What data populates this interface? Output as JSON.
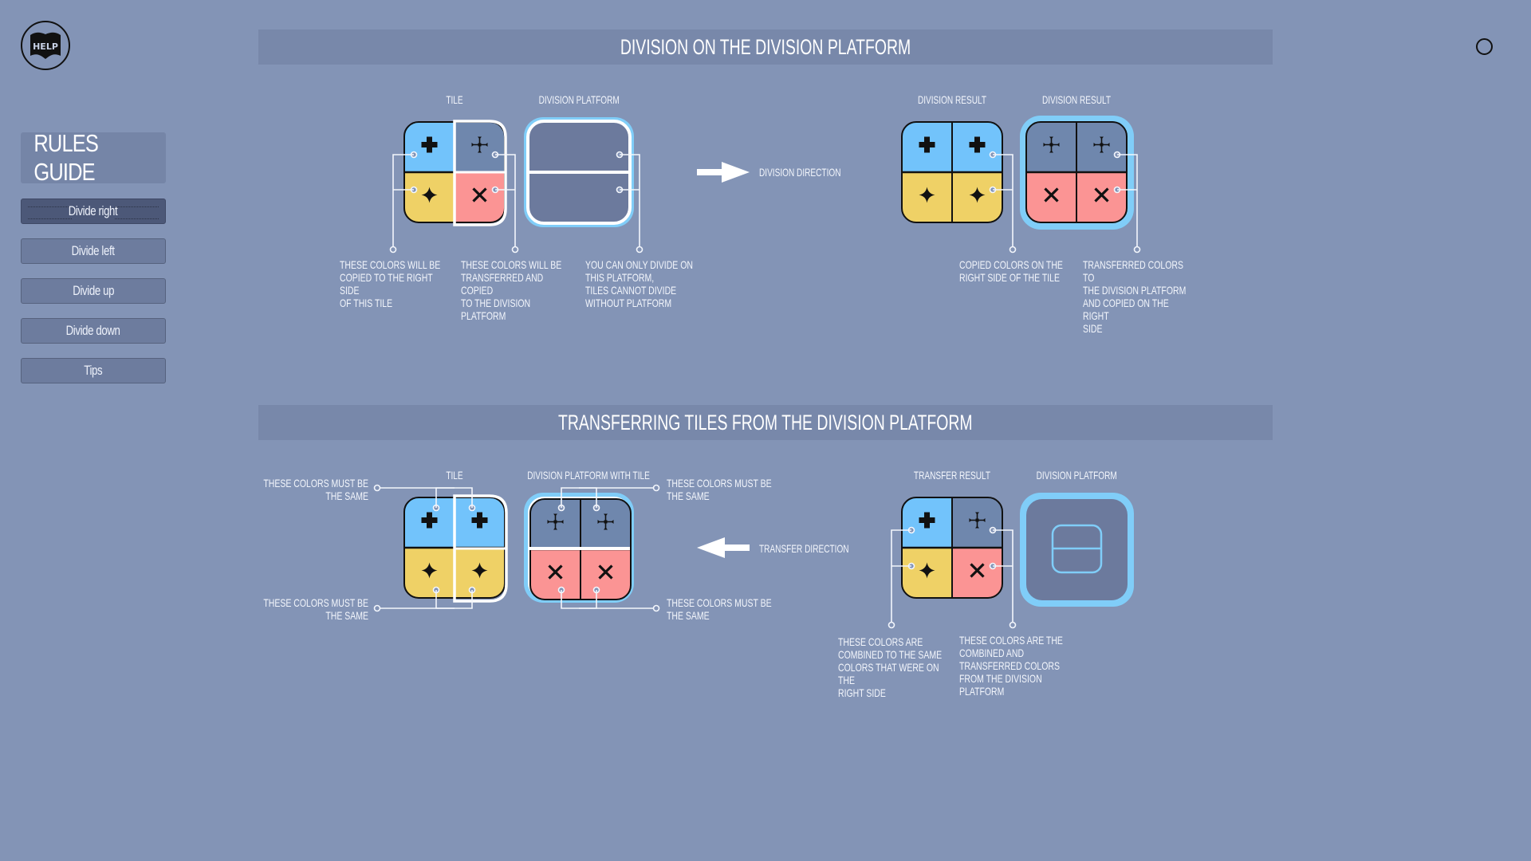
{
  "help_button": {
    "label": "HELP",
    "icon": "help-book-icon"
  },
  "close_button": {
    "icon": "circle-icon"
  },
  "sidebar": {
    "title": "RULES GUIDE",
    "items": [
      {
        "label": "Divide right",
        "active": true
      },
      {
        "label": "Divide left",
        "active": false
      },
      {
        "label": "Divide up",
        "active": false
      },
      {
        "label": "Divide down",
        "active": false
      },
      {
        "label": "Tips",
        "active": false
      }
    ]
  },
  "colors": {
    "background": "#8394b6",
    "header": "#7888aa",
    "blue": "#72c3fb",
    "slate": "#6f87ad",
    "yellow": "#efd166",
    "pink": "#fb9494",
    "platform": "#6c7a9d",
    "platform_glow": "#80cdf8"
  },
  "section1": {
    "title": "DIVISION ON THE DIVISION PLATFORM",
    "labels": {
      "tile": "TILE",
      "platform": "DIVISION PLATFORM",
      "result1": "DIVISION RESULT",
      "result2": "DIVISION RESULT",
      "direction": "DIVISION DIRECTION"
    },
    "notes": {
      "left": "THESE COLORS WILL BE\nCOPIED TO THE RIGHT SIDE\nOF THIS TILE",
      "middle": "THESE COLORS WILL BE\nTRANSFERRED AND COPIED\nTO THE DIVISION PLATFORM",
      "platform": "YOU CAN ONLY DIVIDE ON\nTHIS PLATFORM,\nTILES CANNOT DIVIDE\nWITHOUT PLATFORM",
      "result1": "COPIED COLORS ON THE\nRIGHT SIDE OF THE TILE",
      "result2": "TRANSFERRED COLORS TO\nTHE DIVISION PLATFORM\nAND COPIED ON THE RIGHT\nSIDE"
    },
    "tile_cells": [
      [
        "blue",
        "plus"
      ],
      [
        "slate",
        "cross-pattee"
      ],
      [
        "yellow",
        "star4"
      ],
      [
        "pink",
        "x"
      ]
    ],
    "result_tile_cells": [
      [
        "blue",
        "plus"
      ],
      [
        "blue",
        "plus"
      ],
      [
        "yellow",
        "star4"
      ],
      [
        "yellow",
        "star4"
      ]
    ],
    "result_platform_cells": [
      [
        "slate",
        "cross-pattee"
      ],
      [
        "slate",
        "cross-pattee"
      ],
      [
        "pink",
        "x"
      ],
      [
        "pink",
        "x"
      ]
    ]
  },
  "section2": {
    "title": "TRANSFERRING TILES FROM THE DIVISION PLATFORM",
    "labels": {
      "tile": "TILE",
      "platform": "DIVISION PLATFORM WITH TILE",
      "result": "TRANSFER RESULT",
      "empty_platform": "DIVISION PLATFORM",
      "direction": "TRANSFER DIRECTION"
    },
    "notes": {
      "tile_top": "THESE COLORS MUST BE\nTHE SAME",
      "tile_bottom": "THESE COLORS MUST BE\nTHE SAME",
      "platform_top": "THESE COLORS MUST BE\nTHE SAME",
      "platform_bottom": "THESE COLORS MUST BE\nTHE SAME",
      "result_left": "THESE COLORS ARE\nCOMBINED TO THE SAME\nCOLORS THAT WERE ON THE\nRIGHT SIDE",
      "result_right": "THESE COLORS ARE THE\nCOMBINED AND\nTRANSFERRED COLORS\nFROM THE DIVISION\nPLATFORM"
    },
    "tile_cells": [
      [
        "blue",
        "plus"
      ],
      [
        "blue",
        "plus"
      ],
      [
        "yellow",
        "star4"
      ],
      [
        "yellow",
        "star4"
      ]
    ],
    "platform_cells": [
      [
        "slate",
        "cross-pattee"
      ],
      [
        "slate",
        "cross-pattee"
      ],
      [
        "pink",
        "x"
      ],
      [
        "pink",
        "x"
      ]
    ],
    "result_cells": [
      [
        "blue",
        "plus"
      ],
      [
        "slate",
        "cross-pattee"
      ],
      [
        "yellow",
        "star4"
      ],
      [
        "pink",
        "x"
      ]
    ]
  }
}
